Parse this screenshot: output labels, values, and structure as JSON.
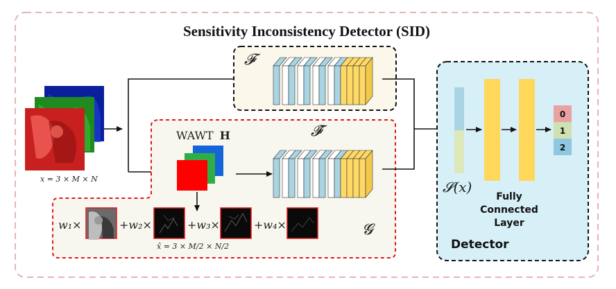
{
  "title": "Sensitivity Inconsistency Detector (SID)",
  "input_label": "x = 3 × M × N",
  "f_label": "𝓕",
  "fhat_label": "𝓕̂",
  "wawt_label": "WAWT",
  "wawt_bold": "H",
  "g_label": "𝓖",
  "xhat_label": "x̂ = 3 × M/2 × N/2",
  "weights": [
    "w₁×",
    "+w₂×",
    "+w₃×",
    "+w₄×"
  ],
  "s_label": "𝓢(x)",
  "fc_lines": [
    "Fully",
    "Connected",
    "Layer"
  ],
  "detector_label": "Detector",
  "outputs": [
    "0",
    "1",
    "2"
  ],
  "colors": {
    "outer_border": "#e8b4b4",
    "red_dash": "#e0191b",
    "detector_bg": "#d7f0f8",
    "layer_blue": "#a9d4e3",
    "layer_yellow": "#ffd966",
    "fc_yellow": "#ffd75a",
    "out0": "#e9a1a1",
    "out1": "#cfe0b1",
    "out2": "#8fc6e0"
  }
}
